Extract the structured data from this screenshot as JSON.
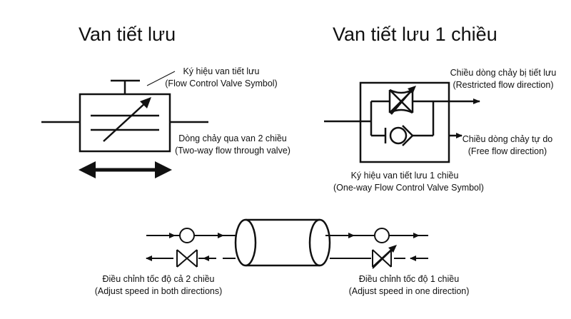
{
  "titles": {
    "left": "Van tiết lưu",
    "right": "Van tiết lưu 1 chiều"
  },
  "left_valve": {
    "symbol_label_vi": "Ký hiệu van tiết lưu",
    "symbol_label_en": "(Flow Control Valve Symbol)",
    "flow_label_vi": "Dòng chảy qua van 2 chiều",
    "flow_label_en": "(Two-way flow through valve)"
  },
  "right_valve": {
    "restricted_vi": "Chiều dòng chảy bị tiết lưu",
    "restricted_en": "(Restricted flow direction)",
    "free_vi": "Chiều dòng chảy tự do",
    "free_en": "(Free flow direction)",
    "symbol_label_vi": "Ký hiệu van tiết lưu 1 chiều",
    "symbol_label_en": "(One-way Flow Control Valve Symbol)"
  },
  "bottom": {
    "two_way_vi": "Điều chỉnh tốc độ cả 2 chiều",
    "two_way_en": "(Adjust speed in both directions)",
    "one_way_vi": "Điều chỉnh tốc độ 1 chiều",
    "one_way_en": "(Adjust speed in one direction)"
  },
  "colors": {
    "stroke": "#111111",
    "background": "#ffffff"
  }
}
